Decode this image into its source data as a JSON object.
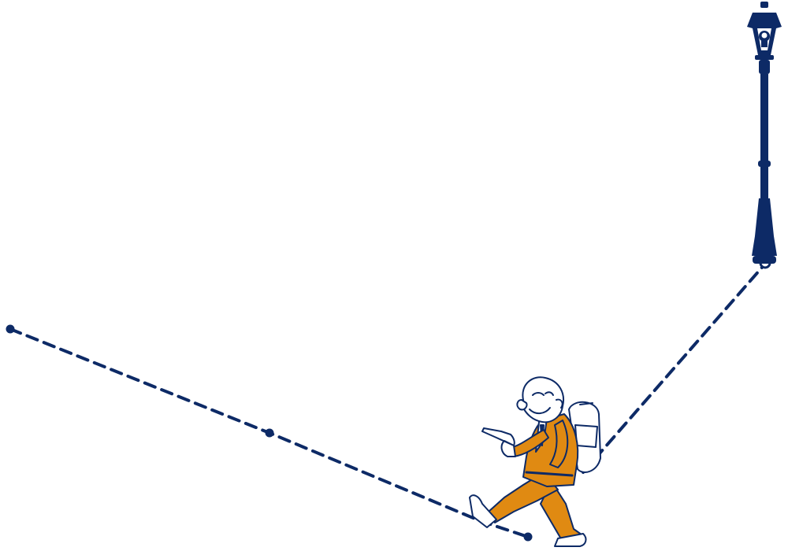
{
  "scene": {
    "colors": {
      "background": "#ffffff",
      "navy": "#0d2a66",
      "orange": "#e08a12",
      "outline": "#0d2a66",
      "light": "#ffffff",
      "skin": "#ffffff"
    },
    "path": {
      "style": "dashed",
      "waypoint_count": 4
    },
    "icons": {
      "lamp": "street-lamp-icon",
      "walker": "walking-man-illustration"
    }
  }
}
